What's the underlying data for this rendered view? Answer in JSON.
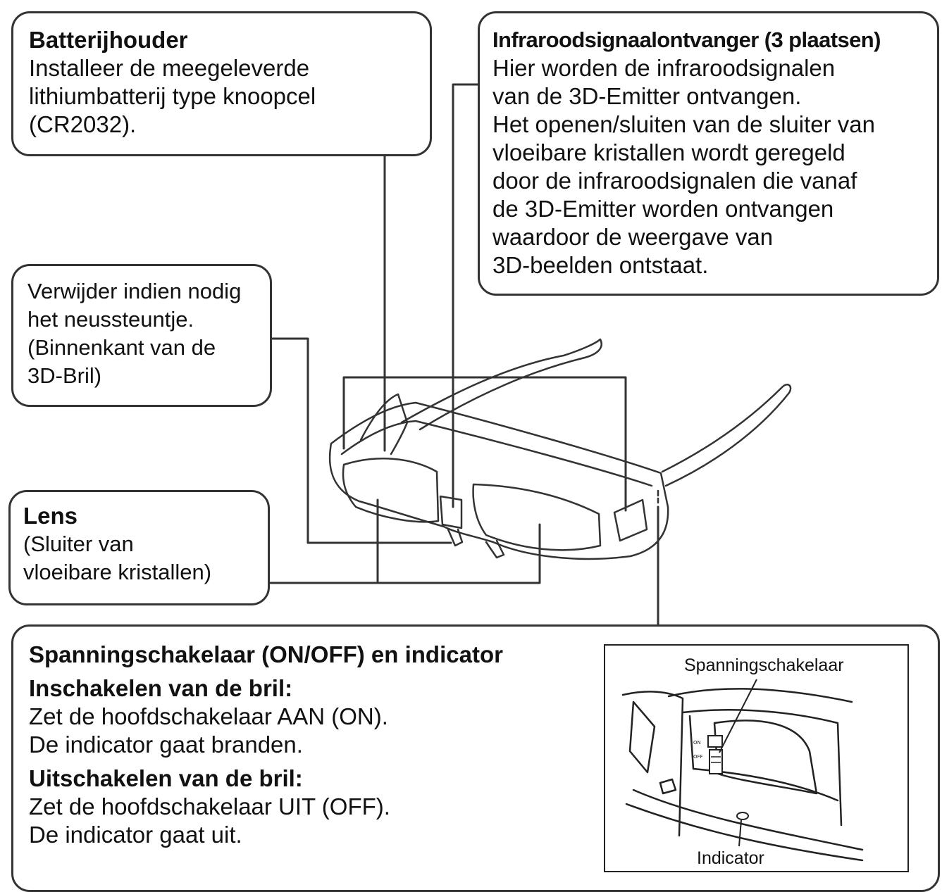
{
  "battery": {
    "title": "Batterijhouder",
    "lines": [
      "Installeer de meegeleverde",
      "lithiumbatterij type knoopcel",
      "(CR2032)."
    ]
  },
  "infrared": {
    "title": "Infraroodsignaalontvanger (3 plaatsen)",
    "lines": [
      "Hier worden de infraroodsignalen",
      "van de 3D-Emitter ontvangen.",
      "Het openen/sluiten van de sluiter van",
      "vloeibare kristallen wordt geregeld",
      "door de infraroodsignalen die vanaf",
      "de 3D-Emitter worden ontvangen",
      "waardoor de weergave van",
      "3D-beelden ontstaat."
    ]
  },
  "nosepad": {
    "lines": [
      "Verwijder indien nodig",
      "het neussteuntje.",
      "(Binnenkant van de",
      "3D-Bril)"
    ]
  },
  "lens": {
    "title": "Lens",
    "lines": [
      "(Sluiter van",
      "vloeibare kristallen)"
    ]
  },
  "power": {
    "title": "Spanningschakelaar (ON/OFF) en indicator",
    "on_heading": "Inschakelen van de bril:",
    "on_lines": [
      "Zet de hoofdschakelaar AAN (ON).",
      "De indicator gaat branden."
    ],
    "off_heading": "Uitschakelen van de bril:",
    "off_lines": [
      "Zet de hoofdschakelaar UIT (OFF).",
      "De indicator gaat uit."
    ]
  },
  "inset": {
    "switch_label": "Spanningschakelaar",
    "indicator_label": "Indicator",
    "on_mark": "ON",
    "off_mark": "OFF"
  }
}
